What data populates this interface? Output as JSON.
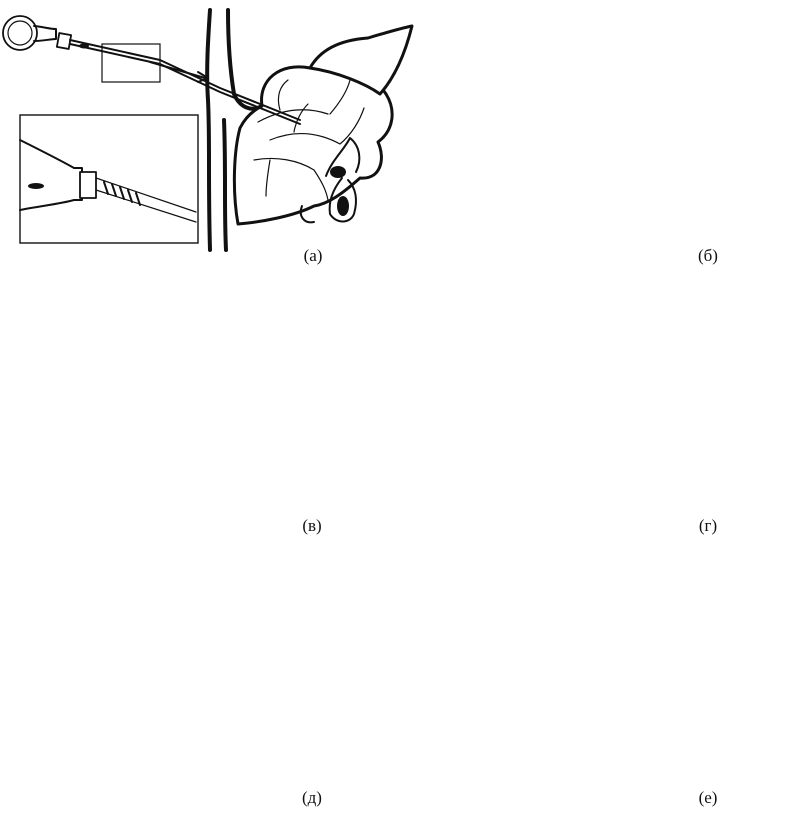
{
  "panels": [
    {
      "label": "(а)"
    },
    {
      "label": "(б)"
    },
    {
      "label": "(в)"
    },
    {
      "label": "(г)"
    },
    {
      "label": "(д)"
    },
    {
      "label": "(е)"
    }
  ]
}
